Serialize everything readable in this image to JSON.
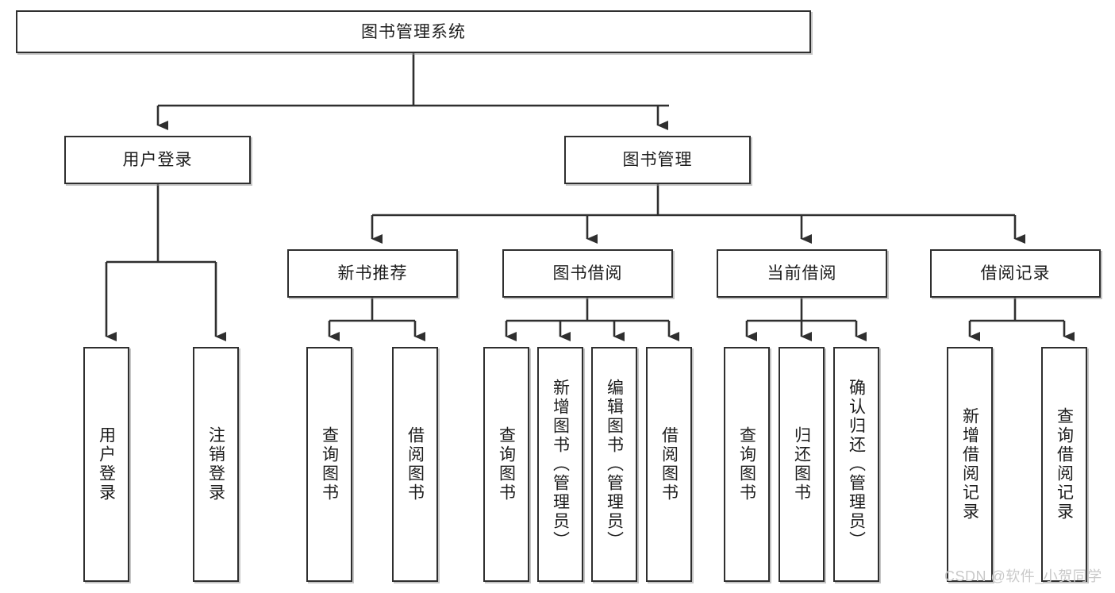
{
  "diagram": {
    "title": "图书管理系统",
    "type": "tree",
    "watermark": "CSDN @软件_小贺同学",
    "colors": {
      "box_border": "#2f2f2f",
      "box_fill": "#ffffff",
      "connector": "#2f2f2f",
      "text": "#1d1d1d",
      "watermark": "#c9c9c9"
    },
    "levels": {
      "root": "图书管理系统",
      "level2": [
        "用户登录",
        "图书管理"
      ],
      "level3": [
        "新书推荐",
        "图书借阅",
        "当前借阅",
        "借阅记录"
      ],
      "leaves": [
        "用户登录",
        "注销登录",
        "查询图书",
        "借阅图书",
        "查询图书",
        "新增图书（管理员）",
        "编辑图书（管理员）",
        "借阅图书",
        "查询图书",
        "归还图书",
        "确认归还（管理员）",
        "新增借阅记录",
        "查询借阅记录"
      ]
    },
    "nodes": {
      "root": {
        "label": "图书管理系统"
      },
      "user_login": {
        "label": "用户登录"
      },
      "book_manage": {
        "label": "图书管理"
      },
      "new_book_rec": {
        "label": "新书推荐"
      },
      "book_borrow": {
        "label": "图书借阅"
      },
      "current_borrow": {
        "label": "当前借阅"
      },
      "borrow_record": {
        "label": "借阅记录"
      },
      "leaf_user_login": {
        "label": "用户登录"
      },
      "leaf_logout": {
        "label": "注销登录"
      },
      "leaf_query_book_a": {
        "label": "查询图书"
      },
      "leaf_borrow_book_a": {
        "label": "借阅图书"
      },
      "leaf_query_book_b": {
        "label": "查询图书"
      },
      "leaf_add_book": {
        "label": "新增图书（管理员）"
      },
      "leaf_edit_book": {
        "label": "编辑图书（管理员）"
      },
      "leaf_borrow_book_b": {
        "label": "借阅图书"
      },
      "leaf_query_book_c": {
        "label": "查询图书"
      },
      "leaf_return_book": {
        "label": "归还图书"
      },
      "leaf_confirm_return": {
        "label": "确认归还（管理员）"
      },
      "leaf_add_record": {
        "label": "新增借阅记录"
      },
      "leaf_query_record": {
        "label": "查询借阅记录"
      }
    }
  }
}
